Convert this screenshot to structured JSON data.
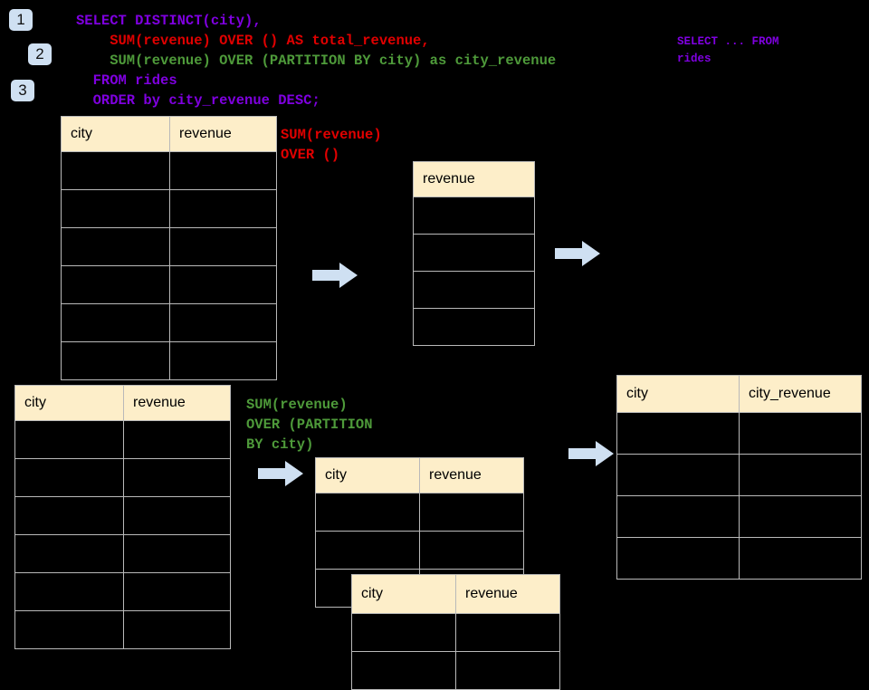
{
  "theme": {
    "background": "#000000",
    "badge_bg": "#cfe0f2",
    "table_header_bg": "#fdeec9",
    "table_border": "#b9b9b9",
    "arrow_fill": "#cfe0f2",
    "color_purple": "#7f00e0",
    "color_red": "#e00000",
    "color_green": "#4e9a3a"
  },
  "badges": [
    {
      "label": "1"
    },
    {
      "label": "2"
    },
    {
      "label": "3"
    }
  ],
  "query": {
    "line1": "SELECT DISTINCT(city),",
    "line2": "    SUM(revenue) OVER () AS total_revenue,",
    "line3": "    SUM(revenue) OVER (PARTITION BY city) as city_revenue",
    "line4": "  FROM rides",
    "line5": "  ORDER by city_revenue DESC;"
  },
  "annotations": {
    "select_from": "SELECT ... FROM\nrides",
    "sum_over_empty": "SUM(revenue)\nOVER ()",
    "sum_over_partition": "SUM(revenue)\nOVER (PARTITION\nBY city)"
  },
  "tables": {
    "source_top": {
      "name": "rides-source-top",
      "headers": [
        "city",
        "revenue"
      ],
      "row_count": 6
    },
    "total_revenue": {
      "name": "total-revenue",
      "headers": [
        "revenue"
      ],
      "row_count": 4
    },
    "source_bottom": {
      "name": "rides-source-bottom",
      "headers": [
        "city",
        "revenue"
      ],
      "row_count": 6
    },
    "partition_a": {
      "name": "partition-group-a",
      "headers": [
        "city",
        "revenue"
      ],
      "row_count": 3
    },
    "partition_b": {
      "name": "partition-group-b",
      "headers": [
        "city",
        "revenue"
      ],
      "row_count": 2
    },
    "result": {
      "name": "result-city-revenue",
      "headers": [
        "city",
        "city_revenue"
      ],
      "row_count": 4
    }
  },
  "arrows": [
    {
      "name": "arrow-source-to-total"
    },
    {
      "name": "arrow-total-to-result"
    },
    {
      "name": "arrow-source-to-partition"
    },
    {
      "name": "arrow-partition-to-result"
    }
  ]
}
